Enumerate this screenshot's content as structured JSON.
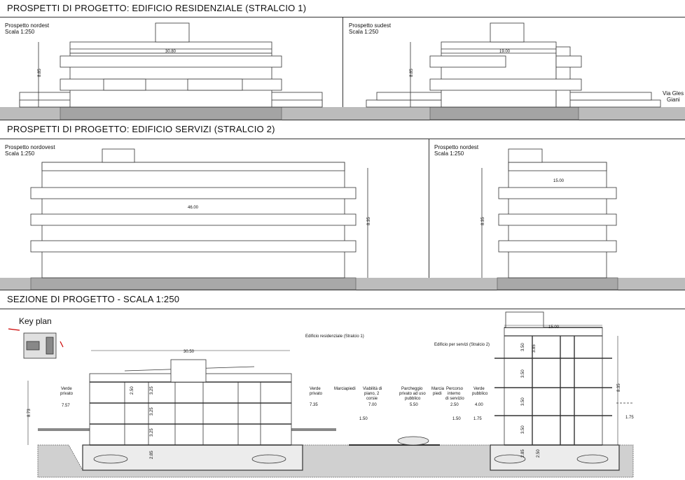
{
  "sections": {
    "residential_title": "PROSPETTI DI PROGETTO: EDIFICIO RESIDENZIALE (STRALCIO 1)",
    "services_title": "PROSPETTI DI PROGETTO: EDIFICIO SERVIZI (STRALCIO 2)",
    "section_title": "SEZIONE DI PROGETTO - SCALA 1:250"
  },
  "elevations": {
    "nordest": {
      "name": "Prospetto nordest",
      "scale": "Scala 1:250",
      "width_dim": "30.80",
      "height_dim": "8.85"
    },
    "sudest": {
      "name": "Prospetto sudest",
      "scale": "Scala 1:250",
      "width_dim": "19.00",
      "height_dim": "8.85"
    },
    "nordovest": {
      "name": "Prospetto nordovest",
      "scale": "Scala 1:250",
      "width_dim": "46.00",
      "height_dim": "8.35"
    },
    "sudest2": {
      "name": "Prospetto nordest",
      "scale": "Scala 1:250",
      "width_dim": "15.00",
      "height_dim": "8.35"
    }
  },
  "street_label": {
    "line1": "Via Gles",
    "line2": "Giani"
  },
  "keyplan": {
    "title": "Key plan"
  },
  "section": {
    "res_dim": "30.50",
    "serv_dim": "15.00",
    "res_label": "Edificio residenziale (Stralcio 1)",
    "serv_label": "Edificio per servizi (Stralcio 2)",
    "left_height": "8.73",
    "right_height": "8.35",
    "zones": [
      {
        "l1": "Verde",
        "l2": "privato",
        "l3": ""
      },
      {
        "l1": "Verde",
        "l2": "privato",
        "l3": ""
      },
      {
        "l1": "Marciapiedi",
        "l2": "",
        "l3": ""
      },
      {
        "l1": "Viabilità di",
        "l2": "piano, 2",
        "l3": "corsie"
      },
      {
        "l1": "Parcheggio",
        "l2": "privato ad uso",
        "l3": "pubblico"
      },
      {
        "l1": "Marcia",
        "l2": "piedi",
        "l3": ""
      },
      {
        "l1": "Percorso",
        "l2": "interno",
        "l3": "di servizio"
      },
      {
        "l1": "Verde",
        "l2": "pubblico",
        "l3": ""
      }
    ],
    "dims": {
      "z1": "7.57",
      "z2": "7.35",
      "z3": "7.00",
      "z4": "5.50",
      "z5": "2.50",
      "z6": "4.00",
      "lvl1": "1.50",
      "lvl2": "1.50",
      "lvl3": "1.75",
      "lvl4": "1.75",
      "res_floor1": "3.25",
      "res_floor2": "3.25",
      "res_floor3": "3.25",
      "res_top": "2.50",
      "res_base": "2.85",
      "srv_f1": "3.50",
      "srv_f2": "3.85",
      "srv_f3": "3.50",
      "srv_f4": "3.50",
      "srv_f5": "3.50",
      "srv_base": "2.85",
      "srv_base2": "2.50"
    }
  }
}
